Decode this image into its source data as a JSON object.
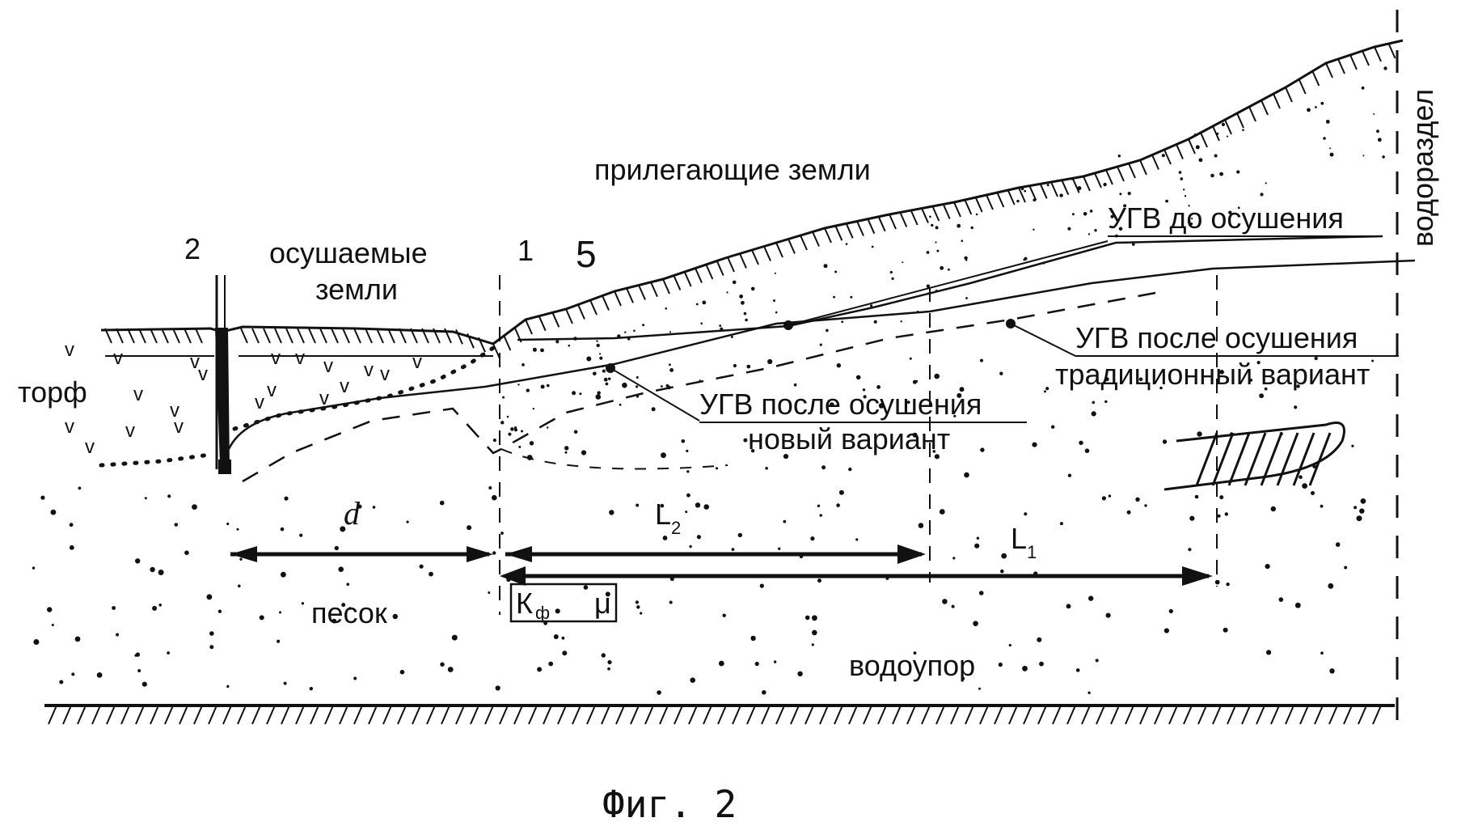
{
  "labels": {
    "adjacent_lands": "прилегающие земли",
    "drained_lands_1": "осушаемые",
    "drained_lands_2": "земли",
    "num_2": "2",
    "num_1": "1",
    "num_5": "5",
    "peat": "торф",
    "sand": "песок",
    "aquitard": "водоупор",
    "watershed": "водораздел",
    "gwl_before": "УГВ до осушения",
    "gwl_after_trad_1": "УГВ после осушения",
    "gwl_after_trad_2": "традиционный вариант",
    "gwl_after_new_1": "УГВ после осушения",
    "gwl_after_new_2": "новый вариант",
    "d": "d",
    "L2": "L",
    "L2_sub": "2",
    "L1": "L",
    "L1_sub": "1",
    "kf": "К",
    "kf_sub": "ф",
    "mu": "μ",
    "caption": "Фиг. 2"
  },
  "colors": {
    "ink": "#111111",
    "background": "#ffffff"
  }
}
